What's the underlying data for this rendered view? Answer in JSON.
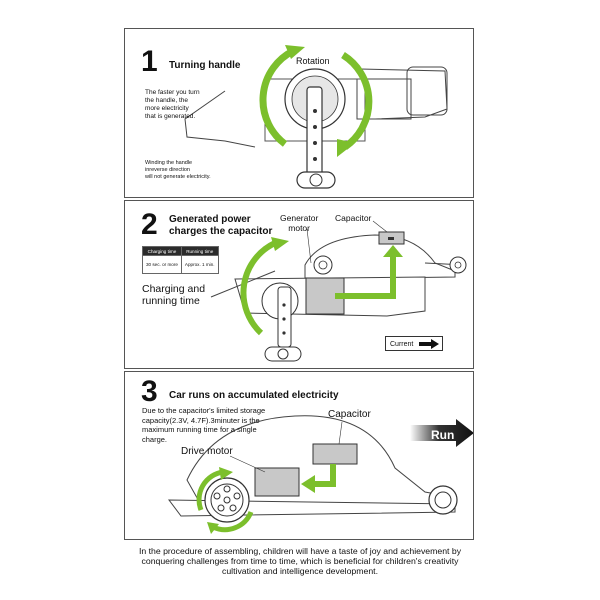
{
  "panel1": {
    "number": "1",
    "title": "Turning handle",
    "rotation_label": "Rotation",
    "desc_lines": [
      "The faster you turn",
      "the handle, the",
      "more electricity",
      "that is generated."
    ],
    "note_lines": [
      "Winding the handle",
      "inreverse direction",
      "will not generate electricity."
    ]
  },
  "panel2": {
    "number": "2",
    "title_lines": [
      "Generated power",
      "charges the capacitor"
    ],
    "generator_label_lines": [
      "Generator",
      "motor"
    ],
    "capacitor_label": "Capacitor",
    "table": {
      "headers": [
        "Charging time",
        "Running time"
      ],
      "row": [
        "30 sec. or more",
        "Approx. 1 min."
      ]
    },
    "charging_label_lines": [
      "Charging and",
      "running time"
    ],
    "current_label": "Current"
  },
  "panel3": {
    "number": "3",
    "title": "Car runs on accumulated electricity",
    "desc_lines": [
      "Due to the capacitor's limited storage",
      "capacity(2.3V, 4.7F).3minuter is the",
      "maximum running time for a single",
      "charge."
    ],
    "capacitor_label": "Capacitor",
    "drive_motor_label": "Drive motor",
    "run_label": "Run"
  },
  "footer_lines": [
    "In the procedure of assembling, children will have a taste of joy and achievement by",
    "conquering challenges from time to time, which is beneficial for children's creativity",
    "cultivation and intelligence development."
  ],
  "colors": {
    "accent_green": "#7cbf2c",
    "line": "#333333",
    "grey_fill": "#c8c8c8"
  }
}
